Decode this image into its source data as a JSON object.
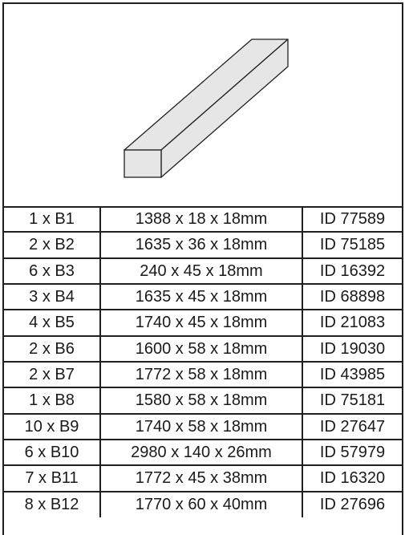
{
  "figure": {
    "icon": "wooden-batten-icon",
    "fill_color": "#e6e6e7",
    "stroke_color": "#231f20"
  },
  "parts": [
    {
      "qty": "1 x B1",
      "dimensions": "1388 x 18 x 18mm",
      "id": "ID 77589"
    },
    {
      "qty": "2 x B2",
      "dimensions": "1635 x 36 x 18mm",
      "id": "ID 75185"
    },
    {
      "qty": "6 x B3",
      "dimensions": "240 x 45 x 18mm",
      "id": "ID 16392"
    },
    {
      "qty": "3 x B4",
      "dimensions": "1635 x 45 x 18mm",
      "id": "ID 68898"
    },
    {
      "qty": "4 x B5",
      "dimensions": "1740 x 45 x 18mm",
      "id": "ID 21083"
    },
    {
      "qty": "2 x B6",
      "dimensions": "1600 x 58 x 18mm",
      "id": "ID 19030"
    },
    {
      "qty": "2 x B7",
      "dimensions": "1772 x 58 x 18mm",
      "id": "ID 43985"
    },
    {
      "qty": "1 x B8",
      "dimensions": "1580 x 58 x 18mm",
      "id": "ID 75181"
    },
    {
      "qty": "10 x B9",
      "dimensions": "1740 x 58 x 18mm",
      "id": "ID 27647"
    },
    {
      "qty": "6 x B10",
      "dimensions": "2980 x 140 x 26mm",
      "id": "ID 57979"
    },
    {
      "qty": "7 x B11",
      "dimensions": "1772 x 45 x 38mm",
      "id": "ID 16320"
    },
    {
      "qty": "8 x B12",
      "dimensions": "1770 x 60 x 40mm",
      "id": "ID 27696"
    }
  ]
}
